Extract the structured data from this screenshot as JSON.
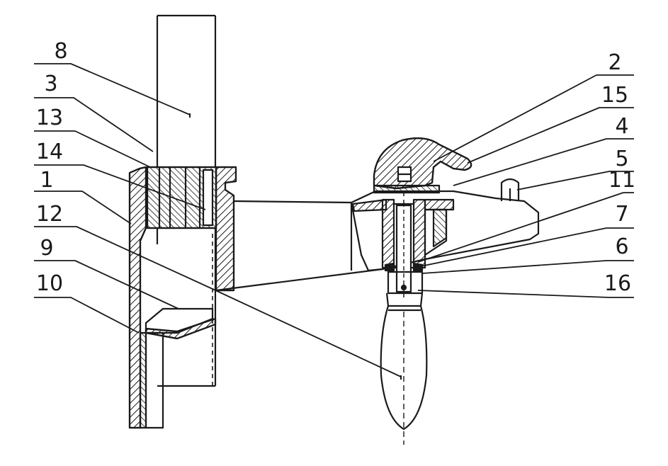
{
  "colors": {
    "ink": "#1a1a1a",
    "background": "#ffffff"
  },
  "labels": {
    "l1": "1",
    "l2": "2",
    "l3": "3",
    "l4": "4",
    "l5": "5",
    "l6": "6",
    "l7": "7",
    "l8": "8",
    "l9": "9",
    "l10": "10",
    "l11": "11",
    "l12": "12",
    "l13": "13",
    "l14": "14",
    "l15": "15",
    "l16": "16"
  }
}
